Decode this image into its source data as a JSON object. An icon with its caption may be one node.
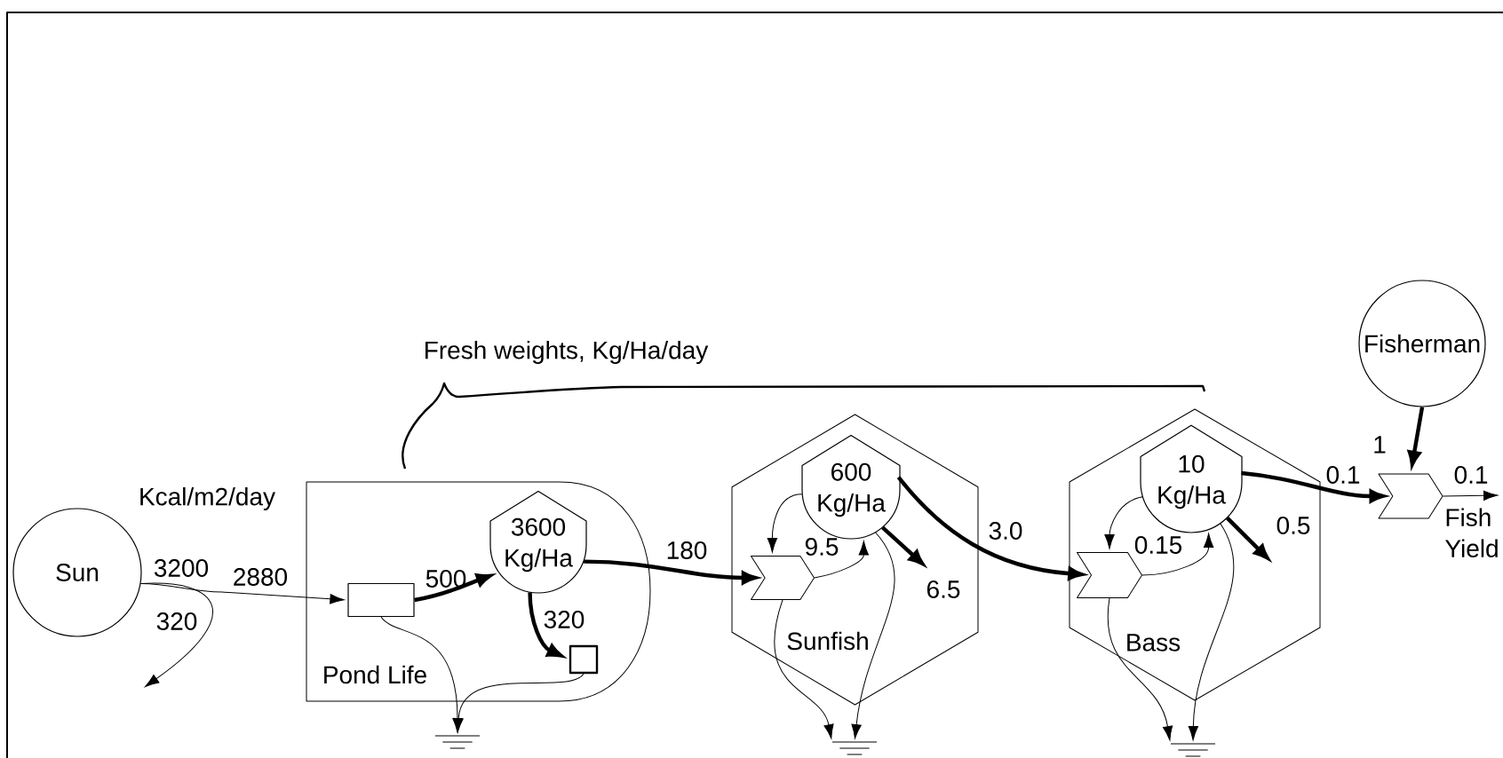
{
  "diagram": {
    "nodes": [
      {
        "text": [
          "Sun"
        ]
      },
      {
        "text": [
          "Pond Life"
        ]
      },
      {
        "text": [],
        "shape": "box",
        "in": 1
      },
      {
        "text": [
          "3600 Kg/Ha"
        ],
        "in": 1
      },
      {
        "text": [],
        "shape": "box",
        "in": 1
      },
      {
        "text": [],
        "shape": "ground"
      },
      {
        "text": [
          "Sunfish"
        ]
      },
      {
        "text": [
          "600 Kg/Ha"
        ],
        "in": 6
      },
      {
        "text": [],
        "shape": "chevron",
        "in": 6
      },
      {
        "text": [],
        "shape": "ground"
      },
      {
        "text": [
          "Bass"
        ]
      },
      {
        "text": [
          "10 Kg/Ha"
        ],
        "in": 10
      },
      {
        "text": [],
        "shape": "chevron",
        "in": 10
      },
      {
        "text": [],
        "shape": "ground"
      },
      {
        "text": [
          "Fisherman"
        ]
      },
      {
        "text": [],
        "shape": "chevron",
        "beside": [
          "Fish Yield"
        ]
      }
    ],
    "edges": [
      {
        "from": 0,
        "to": 2,
        "arrow": "to",
        "label": "2880"
      },
      {
        "from": 0,
        "to": null,
        "arrow": "to",
        "label": "320"
      },
      {
        "from": 2,
        "to": 3,
        "arrow": "to",
        "label": "500",
        "style": "thick"
      },
      {
        "from": 3,
        "to": 4,
        "arrow": "to",
        "label": "320",
        "style": "thick"
      },
      {
        "from": 3,
        "to": 8,
        "arrow": "to",
        "label": "180",
        "style": "thick"
      },
      {
        "from": 2,
        "to": 5,
        "arrow": "to"
      },
      {
        "from": 4,
        "to": 5,
        "arrow": "to"
      },
      {
        "from": 7,
        "to": 8,
        "arrow": "to"
      },
      {
        "from": 8,
        "to": 7,
        "arrow": "to",
        "label": "9.5"
      },
      {
        "from": 7,
        "to": null,
        "arrow": "to",
        "label": "6.5",
        "style": "thick"
      },
      {
        "from": 7,
        "to": 12,
        "arrow": "to",
        "label": "3.0",
        "style": "thick"
      },
      {
        "from": 8,
        "to": 9,
        "arrow": "to"
      },
      {
        "from": 7,
        "to": 9,
        "arrow": "to"
      },
      {
        "from": 11,
        "to": 12,
        "arrow": "to"
      },
      {
        "from": 12,
        "to": 11,
        "arrow": "to",
        "label": "0.15"
      },
      {
        "from": 11,
        "to": null,
        "arrow": "to",
        "label": "0.5",
        "style": "thick"
      },
      {
        "from": 11,
        "to": 15,
        "arrow": "to",
        "label": "0.1",
        "style": "thick"
      },
      {
        "from": 12,
        "to": 13,
        "arrow": "to"
      },
      {
        "from": 11,
        "to": 13,
        "arrow": "to"
      },
      {
        "from": 14,
        "to": 15,
        "arrow": "to",
        "label": "1",
        "style": "thick"
      },
      {
        "from": 15,
        "to": null,
        "arrow": "to",
        "label": "0.1"
      }
    ],
    "labels": [
      "Fresh weights, Kg/Ha/day",
      "Kcal/m2/day",
      "3200"
    ]
  }
}
